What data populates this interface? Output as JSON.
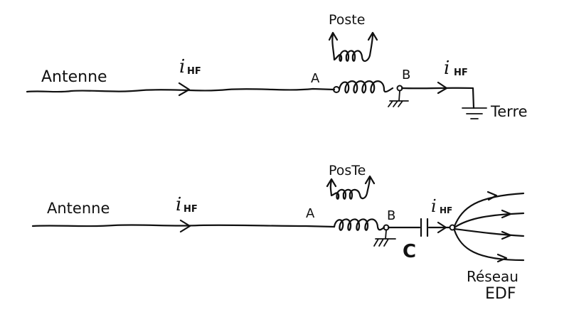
{
  "diagram": {
    "top": {
      "antenna": "Antenne",
      "current": "i",
      "current_sub": "HF",
      "node_a": "A",
      "node_b": "B",
      "receiver": "Poste",
      "current_right": "i",
      "current_right_sub": "HF",
      "ground": "Terre"
    },
    "bottom": {
      "antenna": "Antenne",
      "current": "i",
      "current_sub": "HF",
      "node_a": "A",
      "node_b": "B",
      "receiver": "PosTe",
      "current_right": "i",
      "current_right_sub": "HF",
      "capacitor": "C",
      "network_line1": "Réseau",
      "network_line2": "EDF"
    }
  },
  "colors": {
    "ink": "#111111",
    "background": "#ffffff"
  }
}
